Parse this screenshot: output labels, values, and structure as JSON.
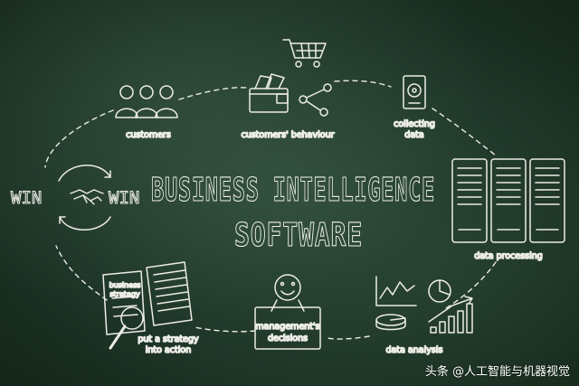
{
  "title_line1": "BUSINESS INTELLIGENCE",
  "title_line2": "SOFTWARE",
  "win_left": "WIN",
  "win_right": "WIN",
  "steps": {
    "customers": "customers",
    "behaviour": "customers' behaviour",
    "collecting_1": "collecting",
    "collecting_2": "data",
    "processing": "data processing",
    "analysis": "data analysis",
    "decisions_1": "management's",
    "decisions_2": "decisions",
    "action_1": "put a strategy",
    "action_2": "into action"
  },
  "document_label_1": "business",
  "document_label_2": "strategy",
  "watermark": "头条 @人工智能与机器视觉"
}
